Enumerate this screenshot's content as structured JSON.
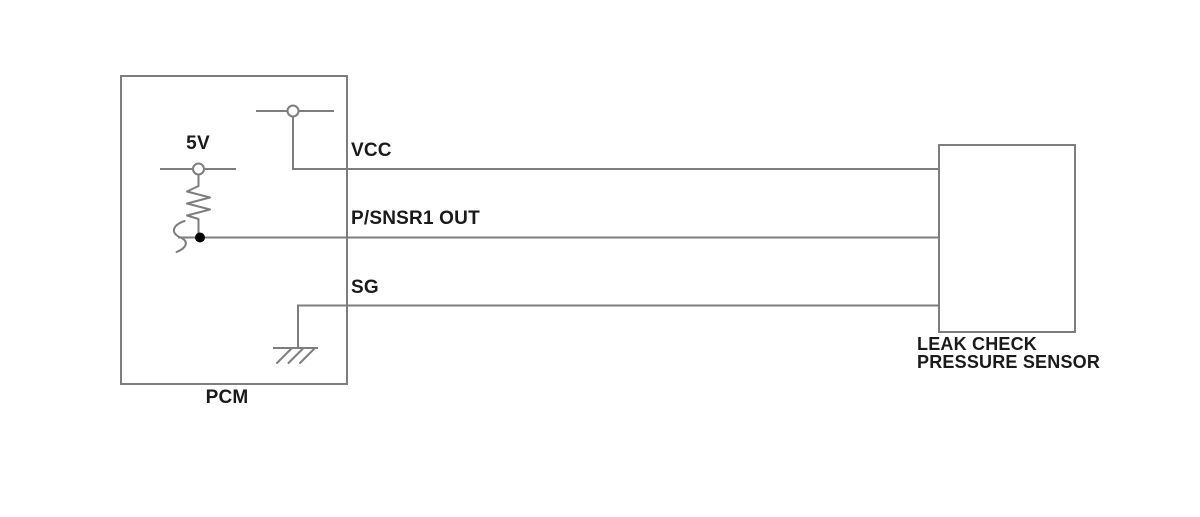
{
  "colors": {
    "background": "#ffffff",
    "wire": "#7e7e7e",
    "text": "#1a1a1a",
    "junction_dot": "#000000"
  },
  "diagram": {
    "type": "wiring-schematic",
    "left_component": {
      "label": "PCM"
    },
    "right_component": {
      "label_line1": "LEAK CHECK",
      "label_line2": "PRESSURE SENSOR"
    },
    "internal_supply_label": "5V",
    "wires": [
      {
        "label": "VCC"
      },
      {
        "label": "P/SNSR1 OUT"
      },
      {
        "label": "SG"
      }
    ],
    "symbols": {
      "vcc_terminal": "circle-terminal-icon",
      "supply_terminal": "circle-terminal-icon",
      "pullup_resistor": "resistor-zigzag-icon",
      "junction": "junction-dot-icon",
      "ground": "chassis-ground-icon",
      "splice": "wire-splice-icon"
    }
  }
}
